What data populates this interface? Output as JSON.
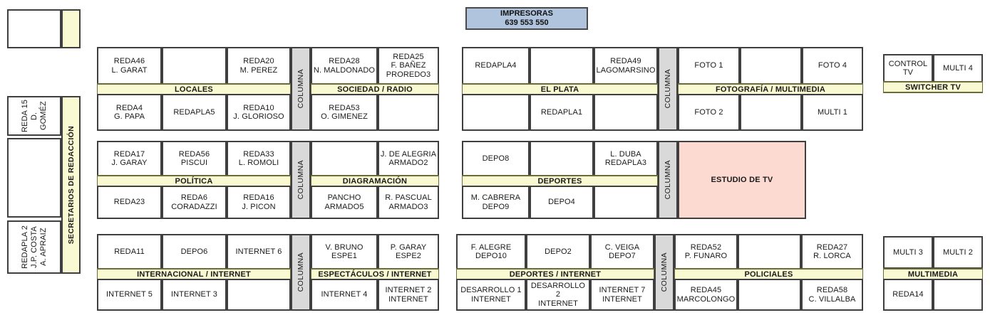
{
  "printers": {
    "name": "printers-header",
    "title": "IMPRESORAS",
    "numbers": "639  553  550"
  },
  "sidebar": {
    "strip_label": "SECRETARIOS DE REDACCIÓN",
    "top_box": {
      "label": ""
    },
    "cells": [
      {
        "label": "REDA 15\nD. GOMÉZ"
      },
      {
        "label": ""
      },
      {
        "label": "REDAPLA 2\nJ.P. COSTA\nA. APRAIZ"
      }
    ]
  },
  "columna_label": "COLUMNA",
  "blocks": {
    "locales": {
      "band": "LOCALES",
      "top": [
        "REDA46\nL. GARAT",
        "",
        "REDA20\nM. PEREZ"
      ],
      "bottom": [
        "REDA4\nG. PAPA",
        "REDAPLA5",
        "REDA10\nJ. GLORIOSO"
      ]
    },
    "sociedad_radio": {
      "band": "SOCIEDAD / RADIO",
      "top": [
        "REDA28\nN. MALDONADO",
        "REDA25\nF. BAÑEZ\nPROREDO3"
      ],
      "bottom": [
        "REDA53\nO. GIMENEZ",
        ""
      ]
    },
    "el_plata": {
      "band": "EL PLATA",
      "top": [
        "REDAPLA4",
        "",
        "REDA49\nLAGOMARSINO"
      ],
      "bottom": [
        "",
        "REDAPLA1",
        ""
      ]
    },
    "fotografia_multimedia": {
      "band": "FOTOGRAFÍA / MULTIMEDIA",
      "top": [
        "FOTO 1",
        "",
        "FOTO 4"
      ],
      "bottom": [
        "FOTO 2",
        "",
        "MULTI 1"
      ]
    },
    "switcher_tv": {
      "band": "SWITCHER TV",
      "top": [
        "CONTROL TV",
        "MULTI 4"
      ]
    },
    "politica": {
      "band": "POLÍTICA",
      "top": [
        "REDA17\nJ. GARAY",
        "REDA56\nPISCUI",
        "REDA33\nL. ROMOLI"
      ],
      "bottom": [
        "REDA23",
        "REDA6\nCORADAZZI",
        "REDA16\nJ. PICON"
      ]
    },
    "diagramacion": {
      "band": "DIAGRAMACIÓN",
      "top": [
        "",
        "J. DE ALEGRIA\nARMADO2"
      ],
      "bottom": [
        "PANCHO\nARMADO5",
        "R. PASCUAL\nARMADO3"
      ]
    },
    "deportes": {
      "band": "DEPORTES",
      "top": [
        "DEPO8",
        "",
        "L. DUBA\nREDAPLA3"
      ],
      "bottom": [
        "M. CABRERA\nDEPO9",
        "DEPO4",
        ""
      ]
    },
    "estudio_tv": {
      "label": "ESTUDIO DE TV"
    },
    "internacional_internet": {
      "band": "INTERNACIONAL / INTERNET",
      "top": [
        "REDA11",
        "DEPO6",
        "INTERNET 6"
      ],
      "bottom": [
        "INTERNET 5",
        "INTERNET 3",
        ""
      ]
    },
    "espectaculos_internet": {
      "band": "ESPECTÁCULOS / INTERNET",
      "top": [
        "V. BRUNO\nESPE1",
        "P. GARAY\nESPE2"
      ],
      "bottom": [
        "INTERNET 4",
        "INTERNET 2\nINTERNET"
      ]
    },
    "deportes_internet": {
      "band": "DEPORTES / INTERNET",
      "top": [
        "F. ALEGRE\nDEPO10",
        "DEPO2",
        "C. VEIGA\nDEPO7"
      ],
      "bottom": [
        "DESARROLLO 1\nINTERNET",
        "DESARROLLO 2\nINTERNET",
        "INTERNET 7\nINTERNET"
      ]
    },
    "policiales": {
      "band": "POLICIALES",
      "top": [
        "REDA52\nP. FUNARO",
        "",
        "REDA27\nR. LORCA"
      ],
      "bottom": [
        "REDA45\nMARCOLONGO",
        "",
        "REDA58\nC. VILLALBA"
      ]
    },
    "multimedia": {
      "band": "MULTIMEDIA",
      "top": [
        "MULTI 3",
        "MULTI 2"
      ],
      "bottom": [
        "REDA14",
        ""
      ]
    }
  },
  "colors": {
    "band_fill": "#fafad2",
    "band_border": "#6b6b3a",
    "columna_fill": "#d9d9d9",
    "studio_fill": "#fcdad1",
    "printers_fill": "#b0c4de",
    "cell_border": "#3f3f3f"
  }
}
